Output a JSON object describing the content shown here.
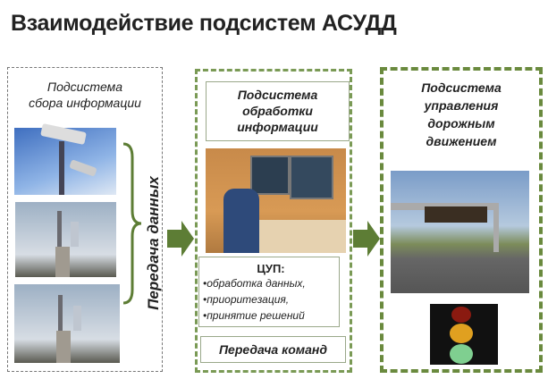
{
  "title": "Взаимодействие подсистем АСУДД",
  "collection": {
    "title_line1": "Подсистема",
    "title_line2": "сбора информации",
    "images": [
      "camera-photo",
      "weather-station-photo",
      "weather-station-photo"
    ]
  },
  "data_transfer_label": "Передача данных",
  "processing": {
    "title_line1": "Подсистема",
    "title_line2": "обработки",
    "title_line3": "информации",
    "cup_title": "ЦУП:",
    "cup_items": [
      "•обработка данных,",
      "•приоритезация,",
      "•принятие решений"
    ],
    "commands_label": "Передача команд"
  },
  "control": {
    "title_line1": "Подсистема",
    "title_line2": "управления",
    "title_line3": "дорожным",
    "title_line4": "движением"
  },
  "colors": {
    "accent": "#6a8a3e"
  }
}
